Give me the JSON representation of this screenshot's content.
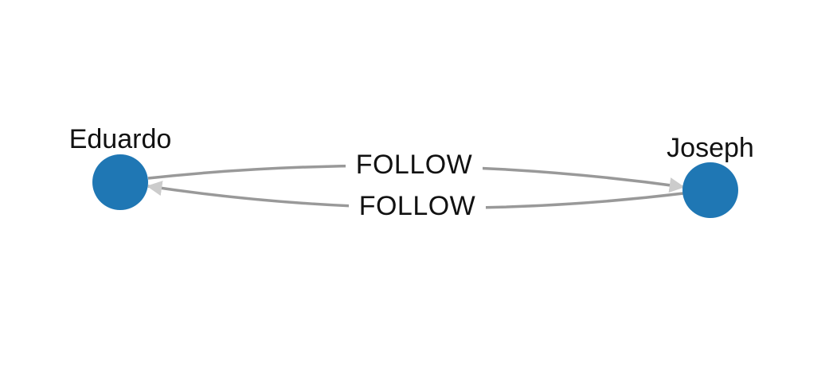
{
  "graph": {
    "nodes": [
      {
        "id": "eduardo",
        "label": "Eduardo"
      },
      {
        "id": "joseph",
        "label": "Joseph"
      }
    ],
    "edges": [
      {
        "from": "eduardo",
        "to": "joseph",
        "label": "FOLLOW"
      },
      {
        "from": "joseph",
        "to": "eduardo",
        "label": "FOLLOW"
      }
    ]
  },
  "colors": {
    "node_fill": "#1f77b4",
    "edge_stroke": "#999999",
    "arrowhead": "#cccccc",
    "label_text": "#111111",
    "background": "#ffffff"
  }
}
